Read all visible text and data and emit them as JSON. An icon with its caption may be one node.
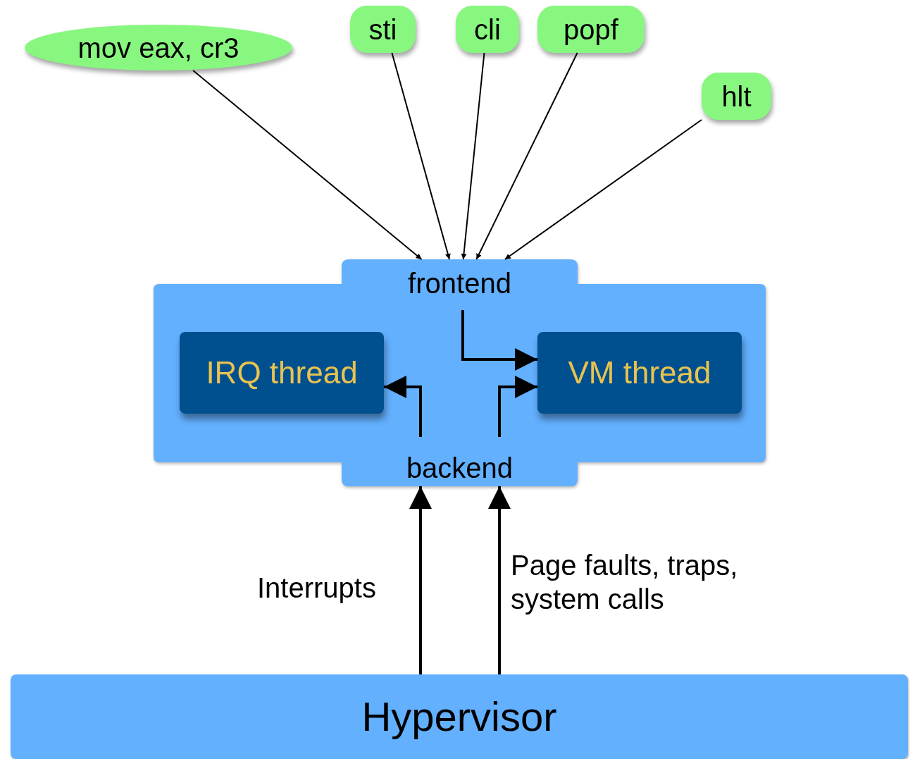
{
  "diagram": {
    "nodes": [
      {
        "text": [
          "mov eax, cr3"
        ]
      },
      {
        "text": [
          "sti"
        ]
      },
      {
        "text": [
          "cli"
        ]
      },
      {
        "text": [
          "popf"
        ]
      },
      {
        "text": [
          "hlt"
        ]
      },
      {
        "text": [],
        "shape": "box"
      },
      {
        "text": [
          "frontend"
        ],
        "in": 5
      },
      {
        "text": [
          "IRQ thread"
        ],
        "in": 5
      },
      {
        "text": [
          "VM thread"
        ],
        "in": 5
      },
      {
        "text": [
          "backend"
        ],
        "in": 5
      },
      {
        "text": [
          "Hypervisor"
        ]
      }
    ],
    "edges": [
      {
        "from": 0,
        "to": 6,
        "arrow": "to"
      },
      {
        "from": 1,
        "to": 6,
        "arrow": "to"
      },
      {
        "from": 2,
        "to": 6,
        "arrow": "to"
      },
      {
        "from": 3,
        "to": 6,
        "arrow": "to"
      },
      {
        "from": 4,
        "to": 6,
        "arrow": "to"
      },
      {
        "from": 6,
        "to": 8,
        "arrow": "to",
        "style": "thick"
      },
      {
        "from": 9,
        "to": 7,
        "arrow": "to",
        "style": "thick"
      },
      {
        "from": 9,
        "to": 8,
        "arrow": "to",
        "style": "thick"
      },
      {
        "from": 10,
        "to": 9,
        "arrow": "to",
        "label": "Interrupts",
        "style": "thick"
      },
      {
        "from": 10,
        "to": 9,
        "arrow": "to",
        "label": "Page faults, traps, system calls",
        "style": "thick"
      }
    ]
  }
}
